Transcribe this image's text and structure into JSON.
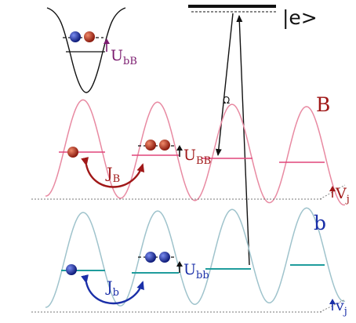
{
  "diagram": {
    "top_inset": {
      "label_main": "U",
      "label_sub": "bB"
    },
    "excited_state": {
      "label": "|e>"
    },
    "coupling": {
      "label": "Ω"
    },
    "lattice_B": {
      "name": "B",
      "tunneling_main": "J",
      "tunneling_sub": "B",
      "interaction_main": "U",
      "interaction_sub": "BB",
      "offset_main": "V",
      "offset_sub": "j"
    },
    "lattice_b": {
      "name": "b",
      "tunneling_main": "J",
      "tunneling_sub": "b",
      "interaction_main": "U",
      "interaction_sub": "bb",
      "offset_main": "v",
      "offset_sub": "j"
    },
    "colors": {
      "lattice_B_curve": "#e88aa2",
      "lattice_B_level": "#e0457a",
      "lattice_b_curve": "#9fc3cc",
      "lattice_b_level": "#1f9c9c",
      "atom_B": "#b02a1a",
      "atom_b": "#1a2fa8",
      "arrow_B": "#a01818",
      "arrow_b": "#1a2fa8",
      "label_B": "#a01818",
      "label_b": "#1a2fa8",
      "inset_label": "#7a1a6e",
      "black": "#111111"
    }
  }
}
